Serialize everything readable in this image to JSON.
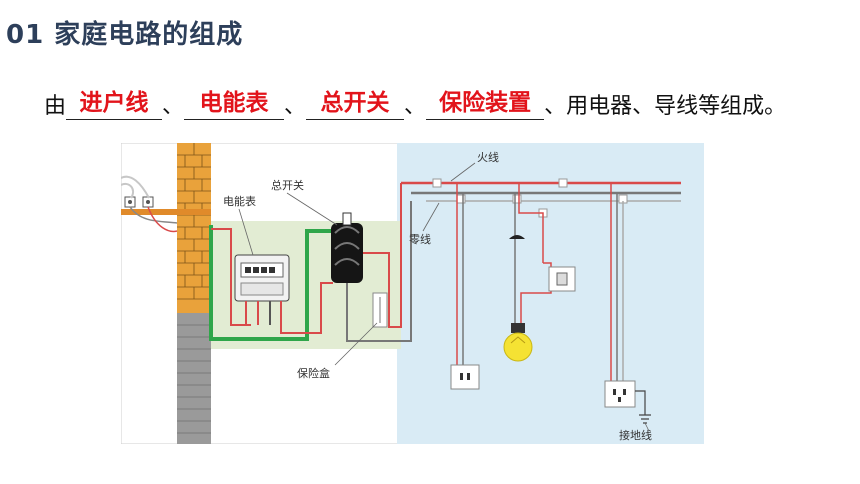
{
  "heading": "01 家庭电路的组成",
  "sentence": {
    "prefix": "由",
    "blanks": [
      "进户线",
      "电能表",
      "总开关",
      "保险装置"
    ],
    "separator": "、",
    "suffix": "、用电器、导线等组成。"
  },
  "diagram_labels": {
    "live_wire": "火线",
    "neutral_wire": "零线",
    "meter": "电能表",
    "main_switch": "总开关",
    "fuse_box": "保险盒",
    "ground_wire": "接地线"
  },
  "colors": {
    "heading": "#2d3f5a",
    "answer": "#e2141b",
    "wire_red": "#d94a4a",
    "wire_green": "#2fa64a",
    "wall": "#e9a23b",
    "panel": "#e2ecd3",
    "room": "#d9ebf5"
  }
}
